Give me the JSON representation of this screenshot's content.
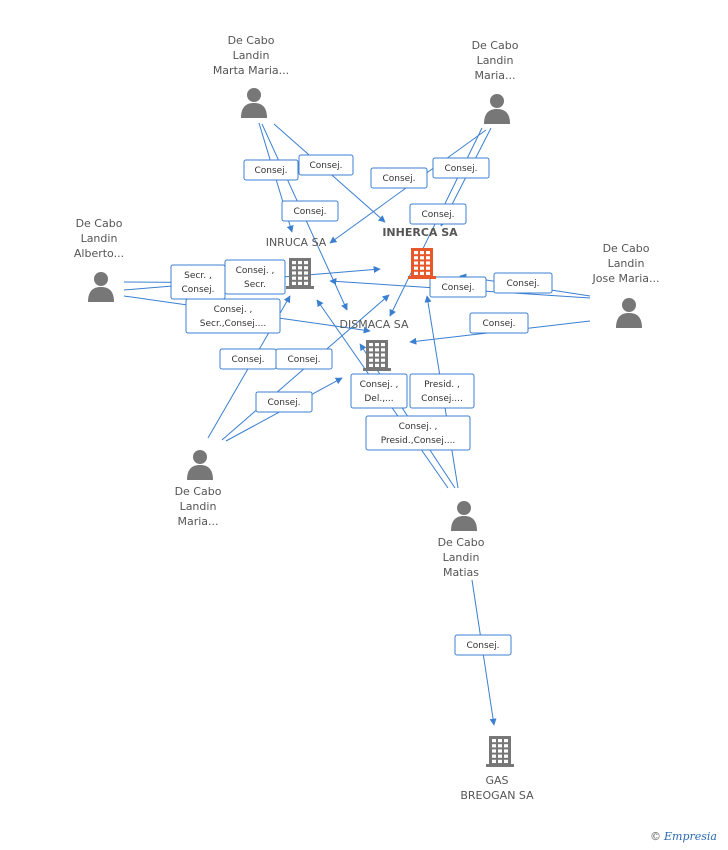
{
  "colors": {
    "edge": "#3b7fd1",
    "company": "#777777",
    "main_company": "#e8572a",
    "person": "#777777"
  },
  "companies": [
    {
      "id": "inherca",
      "label": [
        "INHERCA SA"
      ],
      "main": true
    },
    {
      "id": "inruca",
      "label": [
        "INRUCA SA"
      ],
      "main": false
    },
    {
      "id": "dismaca",
      "label": [
        "DISMACA SA"
      ],
      "main": false
    },
    {
      "id": "gas",
      "label": [
        "GAS",
        "BREOGAN SA"
      ],
      "main": false
    }
  ],
  "people": [
    {
      "id": "p_marta",
      "label": [
        "De Cabo",
        "Landin",
        "Marta Maria..."
      ]
    },
    {
      "id": "p_maria_tr",
      "label": [
        "De Cabo",
        "Landin",
        "Maria..."
      ]
    },
    {
      "id": "p_alberto",
      "label": [
        "De Cabo",
        "Landin",
        "Alberto..."
      ]
    },
    {
      "id": "p_josemaria",
      "label": [
        "De Cabo",
        "Landin",
        "Jose Maria..."
      ]
    },
    {
      "id": "p_maria_bl",
      "label": [
        "De Cabo",
        "Landin",
        "Maria..."
      ]
    },
    {
      "id": "p_matias",
      "label": [
        "De Cabo",
        "Landin",
        "Matias"
      ]
    }
  ],
  "relations": [
    {
      "id": "r1",
      "label": [
        "Consej."
      ]
    },
    {
      "id": "r2",
      "label": [
        "Consej."
      ]
    },
    {
      "id": "r3",
      "label": [
        "Consej."
      ]
    },
    {
      "id": "r4",
      "label": [
        "Consej."
      ]
    },
    {
      "id": "r5",
      "label": [
        "Consej."
      ]
    },
    {
      "id": "r6",
      "label": [
        "Consej."
      ]
    },
    {
      "id": "r7",
      "label": [
        "Secr. ,",
        "Consej."
      ]
    },
    {
      "id": "r8",
      "label": [
        "Consej. ,",
        "Secr."
      ]
    },
    {
      "id": "r9",
      "label": [
        "Consej."
      ]
    },
    {
      "id": "r10",
      "label": [
        "Consej."
      ]
    },
    {
      "id": "r11",
      "label": [
        "Consej. ,",
        "Secr.,Consej...."
      ]
    },
    {
      "id": "r12",
      "label": [
        "Consej."
      ]
    },
    {
      "id": "r13",
      "label": [
        "Consej."
      ]
    },
    {
      "id": "r14",
      "label": [
        "Consej."
      ]
    },
    {
      "id": "r15",
      "label": [
        "Consej."
      ]
    },
    {
      "id": "r16",
      "label": [
        "Consej. ,",
        "Del.,..."
      ]
    },
    {
      "id": "r17",
      "label": [
        "Presid. ,",
        "Consej...."
      ]
    },
    {
      "id": "r18",
      "label": [
        "Consej. ,",
        "Presid.,Consej...."
      ]
    },
    {
      "id": "r19",
      "label": [
        "Consej."
      ]
    }
  ],
  "watermark": {
    "symbol": "©",
    "text": "Empresia"
  }
}
